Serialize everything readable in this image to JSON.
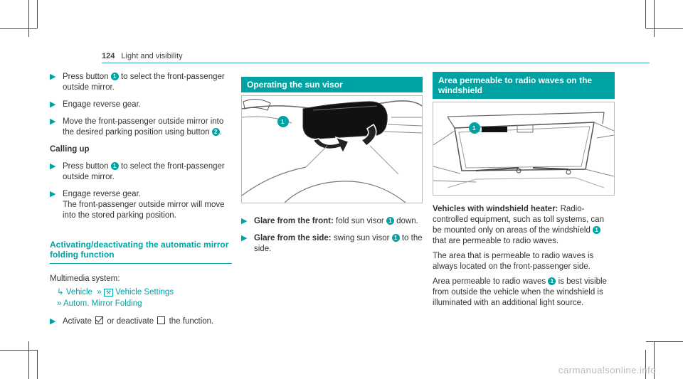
{
  "header": {
    "page_number": "124",
    "title": "Light and visibility"
  },
  "col1": {
    "steps_a": [
      {
        "pre": "Press button ",
        "num": "1",
        "post": " to select the front-passenger outside mirror."
      },
      {
        "pre": "Engage reverse gear.",
        "num": "",
        "post": ""
      },
      {
        "pre": "Move the front-passenger outside mirror into the desired parking position using button ",
        "num": "2",
        "post": "."
      }
    ],
    "calling_up": "Calling up",
    "steps_b": [
      {
        "pre": "Press button ",
        "num": "1",
        "post": " to select the front-passenger outside mirror."
      },
      {
        "pre": "Engage reverse gear.",
        "num": "",
        "post": "",
        "extra": "The front-passenger outside mirror will move into the stored parking position."
      }
    ],
    "section_title": "Activating/deactivating the automatic mirror folding function",
    "multimedia": "Multimedia system:",
    "menu": {
      "vehicle": "Vehicle",
      "vehicle_settings": "Vehicle Settings",
      "autom": "Autom. Mirror Folding"
    },
    "activate": {
      "a": "Activate",
      "b": "or deactivate",
      "c": "the function."
    }
  },
  "col2": {
    "title": "Operating the sun visor",
    "callout": "1",
    "steps": [
      {
        "bold": "Glare from the front:",
        "pre": " fold sun visor ",
        "num": "1",
        "post": " down."
      },
      {
        "bold": "Glare from the side:",
        "pre": " swing sun visor ",
        "num": "1",
        "post": " to the side."
      }
    ]
  },
  "col3": {
    "title": "Area permeable to radio waves on the windshield",
    "callout": "1",
    "subhead": "Vehicles with windshield heater:",
    "p1_pre": " Radio-controlled equipment, such as toll systems, can be mounted only on areas of the windshield ",
    "p1_num": "1",
    "p1_post": " that are permeable to radio waves.",
    "p2": "The area that is permeable to radio waves is always located on the front-passenger side.",
    "p3_pre": "Area permeable to radio waves ",
    "p3_num": "1",
    "p3_post": " is best visible from outside the vehicle when the windshield is illuminated with an additional light source."
  },
  "watermark": "carmanualsonline.info"
}
